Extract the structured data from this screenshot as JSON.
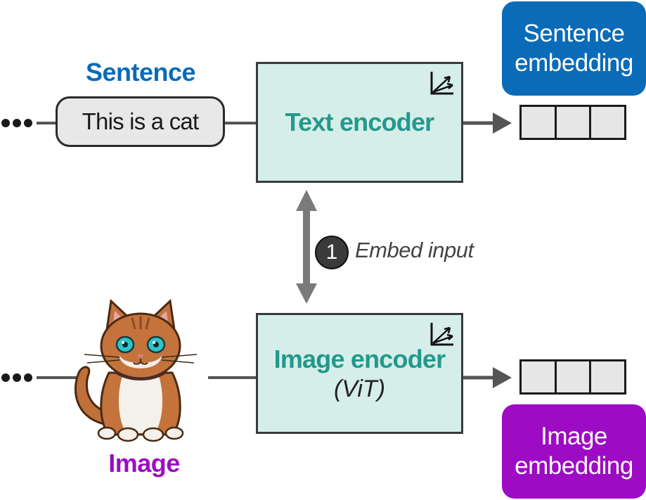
{
  "sentence": {
    "label": "Sentence",
    "text": "This is a cat"
  },
  "image": {
    "label": "Image"
  },
  "text_encoder": {
    "title": "Text encoder"
  },
  "image_encoder": {
    "title": "Image encoder",
    "subtitle": "(ViT)"
  },
  "step": {
    "number": "1",
    "label": "Embed input"
  },
  "outputs": {
    "sentence_embedding": {
      "line1": "Sentence",
      "line2": "embedding"
    },
    "image_embedding": {
      "line1": "Image",
      "line2": "embedding"
    },
    "vector_cells": 3
  },
  "colors": {
    "sentence_blue": "#0a6bb8",
    "image_purple": "#9d0bc4",
    "encoder_fill": "#d6eeea",
    "encoder_title_teal": "#23998b"
  },
  "icons": {
    "encoder_corner": "axes-vector-icon",
    "image_input": "pixel-cat-image"
  }
}
